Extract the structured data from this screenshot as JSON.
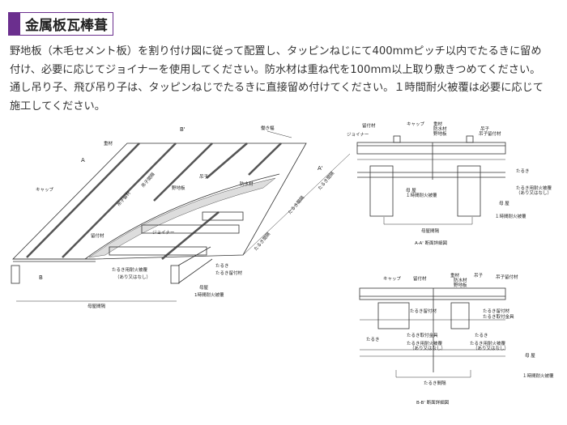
{
  "title": "金属板瓦棒葺",
  "description": [
    "野地板（木毛セメント板）を割り付け図に従って配置し、タッピンねじにて400mmピッチ以内でたるきに留め",
    "付け、必要に応じてジョイナーを使用してください。防水材は重ね代を100mm以上取り敷きつめてください。",
    "通し吊り子、飛び吊り子は、タッピンねじでたるきに直接留め付けてください。１時間耐火被覆は必要に応じて",
    "施工してください。"
  ],
  "iso": {
    "b_prime": "B'",
    "hataraki": "働き幅",
    "mune": "重材",
    "a": "A",
    "cap": "キャップ",
    "tsuriko_tome": "吊子留材",
    "tsuriko_kankaku": "吊子間隔",
    "tsuriko": "吊子",
    "bousui": "防水材",
    "noji": "野地板",
    "tometsuke": "留付材",
    "joiner": "ジョイナー",
    "a_prime": "A'",
    "taruki_kankaku": "たるき間隔",
    "b": "B",
    "taruki_taika": "たるき用耐火被覆",
    "arimata": "（あり又はなし）",
    "taruki": "たるき",
    "taruki_tome": "たるき留付材",
    "moya": "母屋",
    "taika1h": "1時間耐火被覆",
    "moya_kankaku": "母屋間隔"
  },
  "secA": {
    "tometsuke": "留付材",
    "cap": "キャップ",
    "mune": "重材",
    "bousui": "防水材",
    "noji": "野地板",
    "joiner": "ジョイナー",
    "tsuriko": "吊子",
    "tsuriko_tome": "吊子留付材",
    "taruki": "たるき",
    "taruki_taika": "たるき用耐火被覆",
    "arimata": "（あり又はなし）",
    "moya": "母 屋",
    "taika1h": "１時間耐火被覆",
    "moya_kankaku": "母屋間隔",
    "caption": "A-A' 断面詳細図"
  },
  "secB": {
    "cap": "キャップ",
    "tometsuke": "留付材",
    "mune": "重材",
    "bousui": "防水材",
    "noji": "野地板",
    "tsuriko": "吊子",
    "tsuriko_tome": "吊子留付材",
    "taruki_tome": "たるき留付材",
    "taruki_kanagu": "たるき取付金具",
    "taruki": "たるき",
    "taruki_taika": "たるき用耐火被覆",
    "arimata": "（あり又はなし）",
    "moya": "母 屋",
    "taika1h": "１時間耐火被覆",
    "taruki_kankaku": "たるき間隔",
    "caption": "B-B' 断面詳細図"
  }
}
